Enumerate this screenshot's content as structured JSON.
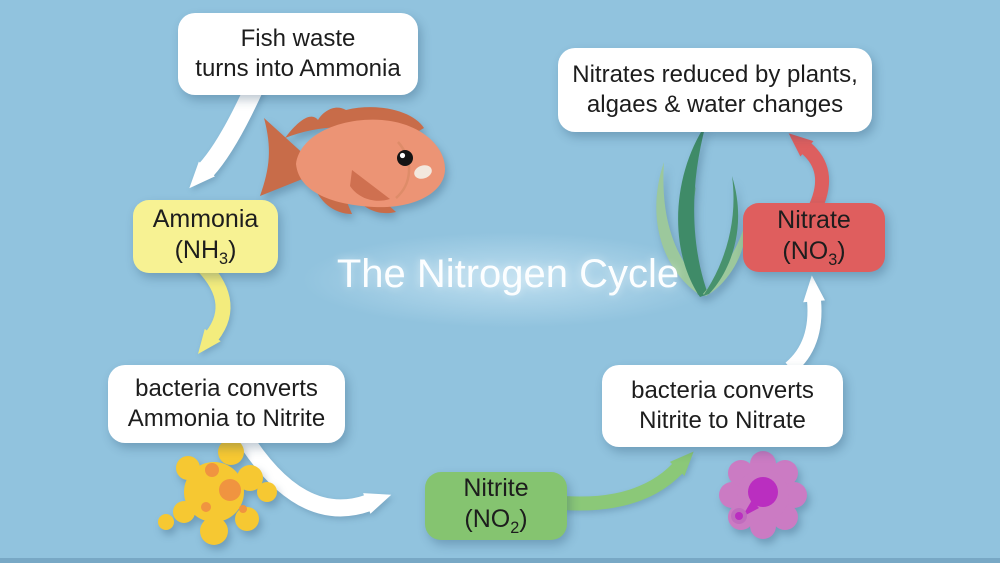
{
  "title": "The Nitrogen Cycle",
  "boxes": {
    "fish_waste": {
      "line1": "Fish waste",
      "line2": "turns into Ammonia"
    },
    "reduction": {
      "line1": "Nitrates reduced by plants,",
      "line2": "algaes & water changes"
    },
    "bacteria1": {
      "line1": "bacteria converts",
      "line2": "Ammonia to Nitrite"
    },
    "bacteria2": {
      "line1": "bacteria converts",
      "line2": "Nitrite to Nitrate"
    },
    "ammonia": {
      "name": "Ammonia",
      "formula_pre": "(NH",
      "formula_sub": "3",
      "formula_post": ")"
    },
    "nitrite": {
      "name": "Nitrite",
      "formula_pre": "(NO",
      "formula_sub": "2",
      "formula_post": ")"
    },
    "nitrate": {
      "name": "Nitrate",
      "formula_pre": "(NO",
      "formula_sub": "3",
      "formula_post": ")"
    }
  },
  "icons": [
    {
      "name": "fish-icon",
      "depicts": "orange aquarium fish"
    },
    {
      "name": "seaweed-icon",
      "depicts": "green aquatic plant"
    },
    {
      "name": "bacteria-blob-icon",
      "depicts": "yellow bacteria splat"
    },
    {
      "name": "bacteria-flower-icon",
      "depicts": "pink flower-shaped bacteria"
    }
  ],
  "colors": {
    "background": "#91C3DE",
    "bubble_white": "#FFFFFF",
    "ammonia_yellow": "#F7F293",
    "nitrite_green": "#85C470",
    "nitrate_red": "#DF5E5E",
    "arrow_white": "#FFFFFF",
    "arrow_yellow": "#F3EC7D",
    "arrow_green": "#8BC878",
    "arrow_red": "#DD5F5F",
    "text_dark": "#1D1D1D",
    "title_white": "#FCFEFF"
  },
  "flow": [
    {
      "from": "Fish waste",
      "to": "Ammonia (NH3)",
      "arrow_color": "#FFFFFF"
    },
    {
      "from": "Ammonia (NH3)",
      "to": "bacteria converts Ammonia to Nitrite",
      "arrow_color": "#F3EC7D"
    },
    {
      "from": "bacteria converts Ammonia to Nitrite",
      "to": "Nitrite (NO2)",
      "arrow_color": "#FFFFFF"
    },
    {
      "from": "Nitrite (NO2)",
      "to": "bacteria converts Nitrite to Nitrate",
      "arrow_color": "#8BC878"
    },
    {
      "from": "bacteria converts Nitrite to Nitrate",
      "to": "Nitrate (NO3)",
      "arrow_color": "#FFFFFF"
    },
    {
      "from": "Nitrate (NO3)",
      "to": "Nitrates reduced by plants, algaes & water changes",
      "arrow_color": "#DD5F5F"
    }
  ]
}
